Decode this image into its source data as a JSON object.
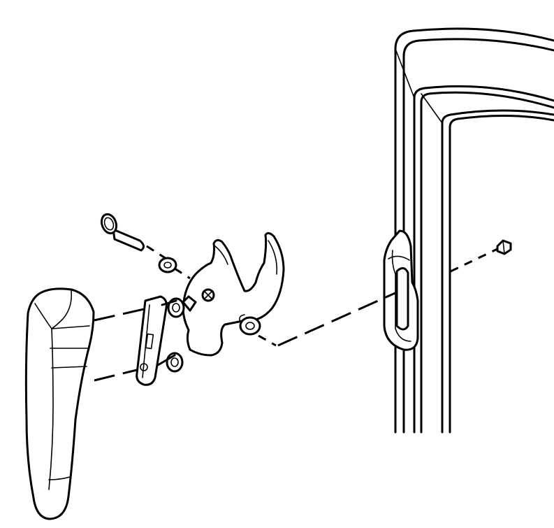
{
  "figure": {
    "kind": "exploded-assembly-drawing",
    "parts": [
      "door-frame",
      "latch-keeper",
      "set-screw",
      "handle-lever",
      "mounting-bracket",
      "latch-cam-plate",
      "hinge-pin",
      "washer",
      "spacer-nut"
    ],
    "line_color": "#000000",
    "background": "#ffffff"
  }
}
